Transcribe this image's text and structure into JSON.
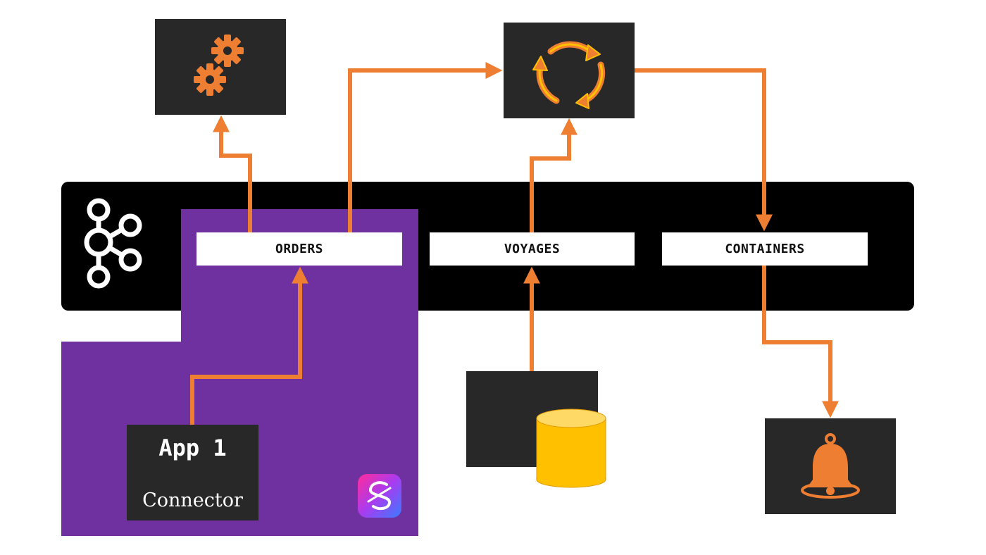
{
  "topics": [
    {
      "label": "ORDERS"
    },
    {
      "label": "VOYAGES"
    },
    {
      "label": "CONTAINERS"
    }
  ],
  "app": {
    "title": "App 1",
    "subtitle": "Connector"
  },
  "icons": {
    "kafka": "kafka-logo-icon",
    "gears": "gears-icon",
    "sync": "sync-cycle-icon",
    "database": "database-cylinder-icon",
    "bell": "bell-icon",
    "app_logo": "app-logo-icon"
  },
  "colors": {
    "arrow": "#ee7e31",
    "purple": "#6f31a0",
    "kafka_bar": "#000000",
    "dark_box": "#282828",
    "database": "#ffc000"
  }
}
